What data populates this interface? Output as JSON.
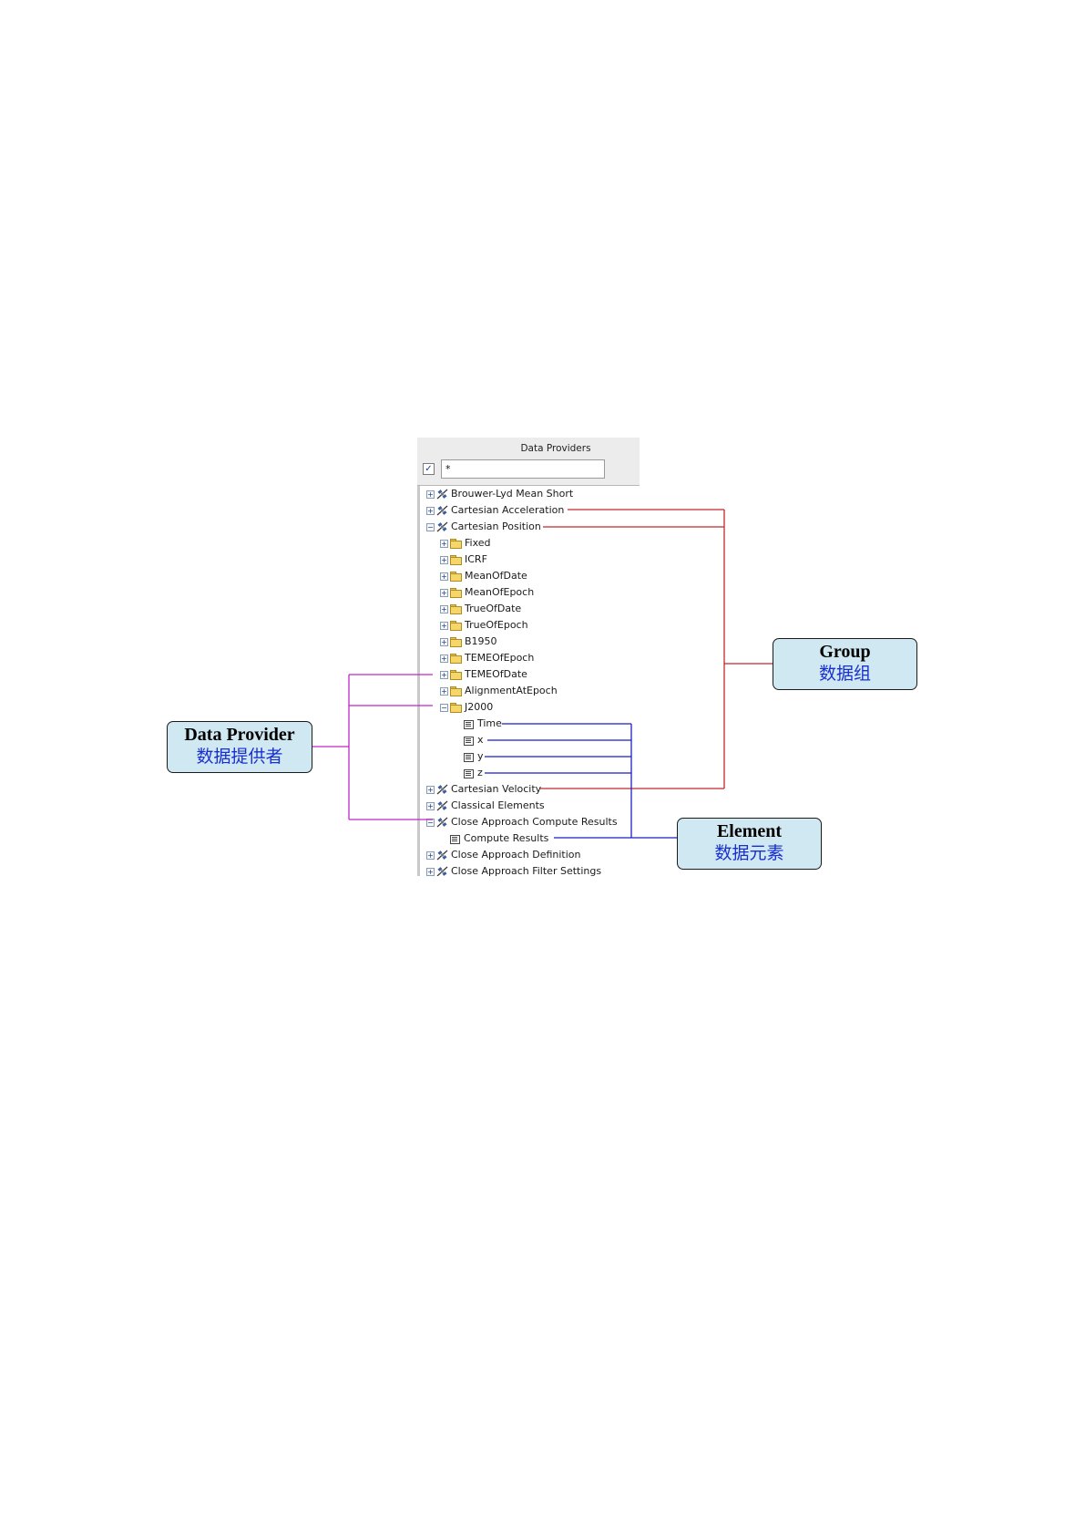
{
  "panel": {
    "title": "Data Providers",
    "filter_checked": "✓",
    "filter_value": "*"
  },
  "tree": [
    {
      "label": "Brouwer-Lyd Mean Short",
      "kind": "provider",
      "expander": "+"
    },
    {
      "label": "Cartesian Acceleration",
      "kind": "provider",
      "expander": "+"
    },
    {
      "label": "Cartesian Position",
      "kind": "provider",
      "expander": "−"
    },
    {
      "label": "Fixed",
      "kind": "group",
      "expander": "+"
    },
    {
      "label": "ICRF",
      "kind": "group",
      "expander": "+"
    },
    {
      "label": "MeanOfDate",
      "kind": "group",
      "expander": "+"
    },
    {
      "label": "MeanOfEpoch",
      "kind": "group",
      "expander": "+"
    },
    {
      "label": "TrueOfDate",
      "kind": "group",
      "expander": "+"
    },
    {
      "label": "TrueOfEpoch",
      "kind": "group",
      "expander": "+"
    },
    {
      "label": "B1950",
      "kind": "group",
      "expander": "+"
    },
    {
      "label": "TEMEOfEpoch",
      "kind": "group",
      "expander": "+"
    },
    {
      "label": "TEMEOfDate",
      "kind": "group",
      "expander": "+"
    },
    {
      "label": "AlignmentAtEpoch",
      "kind": "group",
      "expander": "+"
    },
    {
      "label": "J2000",
      "kind": "group",
      "expander": "−"
    },
    {
      "label": "Time",
      "kind": "element",
      "expander": ""
    },
    {
      "label": "x",
      "kind": "element",
      "expander": ""
    },
    {
      "label": "y",
      "kind": "element",
      "expander": ""
    },
    {
      "label": "z",
      "kind": "element",
      "expander": ""
    },
    {
      "label": "Cartesian Velocity",
      "kind": "provider",
      "expander": "+"
    },
    {
      "label": "Classical Elements",
      "kind": "provider",
      "expander": "+"
    },
    {
      "label": "Close Approach Compute Results",
      "kind": "provider",
      "expander": "−"
    },
    {
      "label": "Compute Results",
      "kind": "element",
      "expander": ""
    },
    {
      "label": "Close Approach Definition",
      "kind": "provider",
      "expander": "+"
    },
    {
      "label": "Close Approach Filter Settings",
      "kind": "provider",
      "expander": "+"
    }
  ],
  "callouts": {
    "group": {
      "en": "Group",
      "zh": "数据组"
    },
    "data_provider": {
      "en": "Data Provider",
      "zh": "数据提供者"
    },
    "element": {
      "en": "Element",
      "zh": "数据元素"
    }
  },
  "colors": {
    "group_line": "#c0282d",
    "provider_line": "#c026c8",
    "element_line": "#1a1fc8",
    "callout_fill": "#cfe8f1",
    "callout_zh": "#1a2fd0"
  }
}
